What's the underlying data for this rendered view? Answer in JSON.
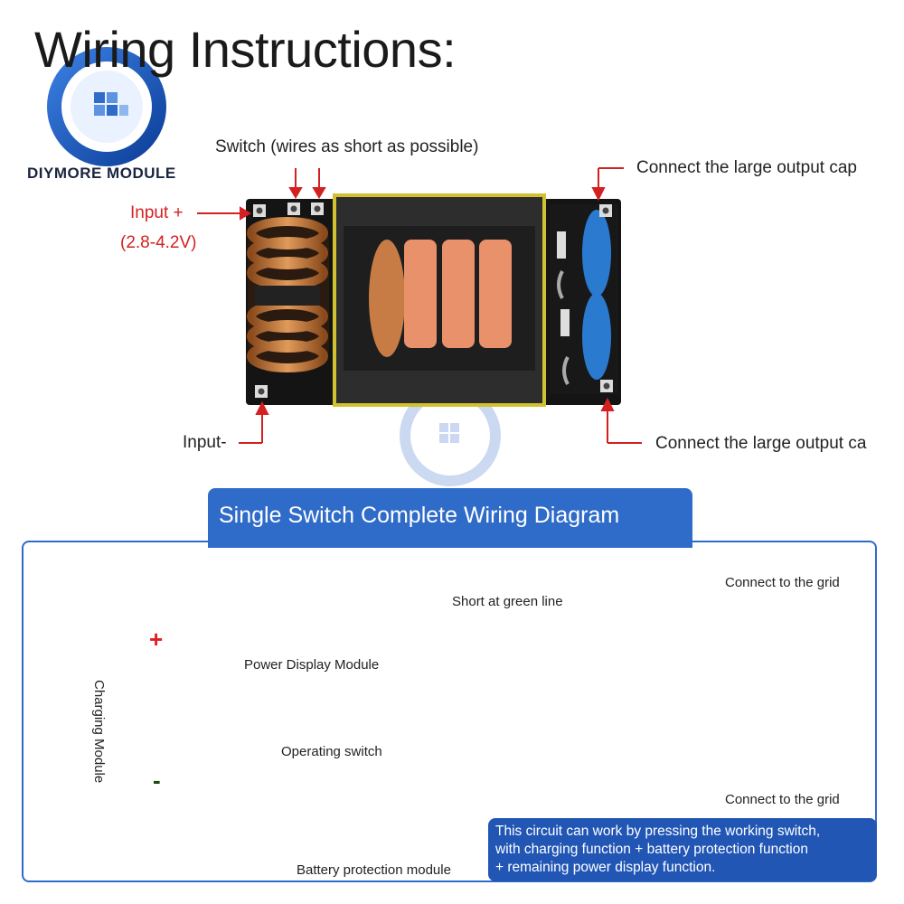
{
  "header": {
    "title": "Wiring Instructions:"
  },
  "brand": {
    "name": "DIYMORE MODULE"
  },
  "top_labels": {
    "switch": "Switch (wires as short as possible)",
    "input_plus": "Input +",
    "input_range": "(2.8-4.2V)",
    "input_minus": "Input-",
    "output_cap_top": "Connect the large output cap",
    "output_cap_bottom": "Connect the large output ca"
  },
  "diagram": {
    "banner": "Single Switch Complete Wiring Diagram",
    "short_green": "Short at green line",
    "grid_top": "Connect to the grid",
    "grid_bottom": "Connect to the grid",
    "power_display": "Power Display Module",
    "operating_switch": "Operating switch",
    "charging_module": "Charging Module",
    "battery_protection": "Battery protection module",
    "battery_plus": "+",
    "battery_minus": "-",
    "note_lines": [
      "This circuit can work by pressing the working switch,",
      "with charging function + battery protection function",
      "+ remaining power display function."
    ]
  },
  "colors": {
    "accent": "#2f6bc8",
    "wire_red": "#e02020",
    "wire_black": "#111111",
    "wire_green": "#22aa22",
    "battery": "#7ed957",
    "capacitor": "#f2c12e",
    "coil": "#c8773a",
    "pcb": "#111111"
  }
}
